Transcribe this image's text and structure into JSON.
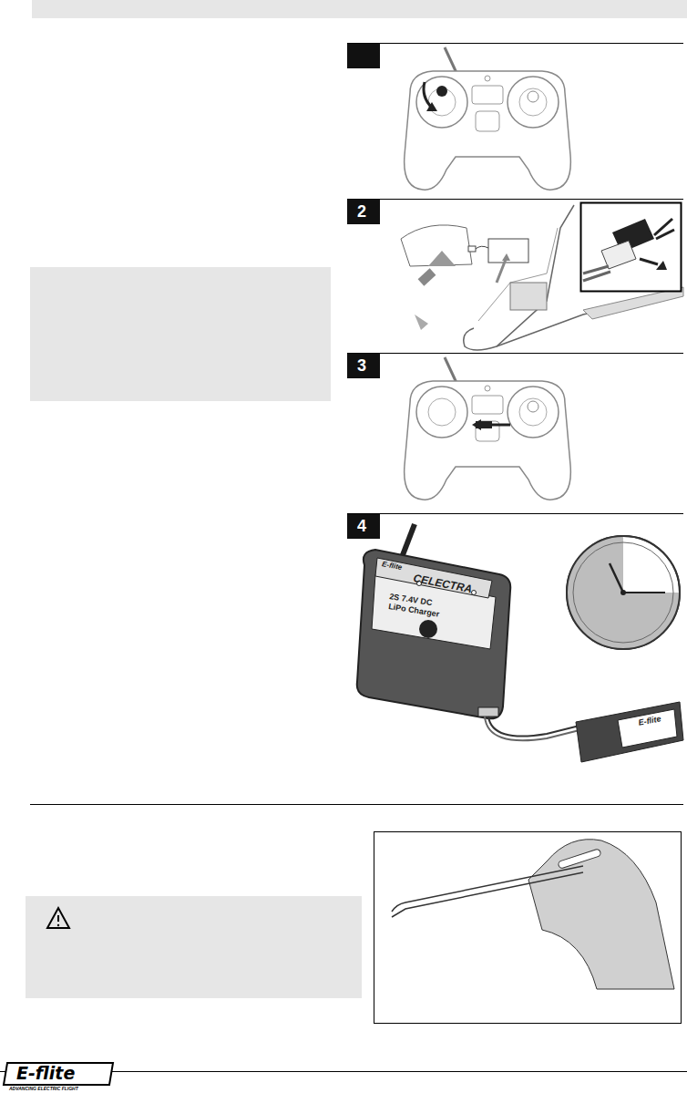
{
  "diagram": {
    "labels": [
      "2",
      "3",
      "4",
      "CELECTRA",
      "2S 7.4V DC",
      "LiPo Charger",
      "E-flite",
      "E-flite",
      "E-flite",
      "ADVANCING ELECTRIC FLIGHT"
    ]
  }
}
